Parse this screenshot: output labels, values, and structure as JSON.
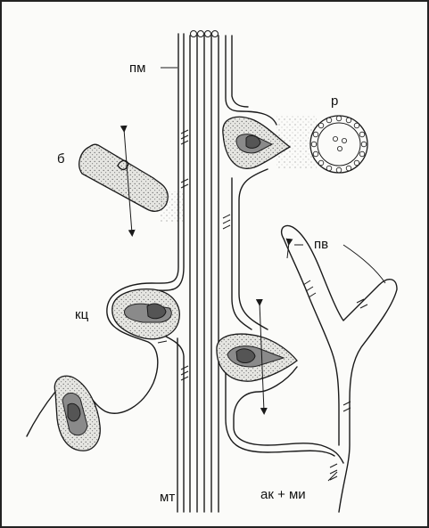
{
  "labels": {
    "pm": "пм",
    "r": "р",
    "b": "б",
    "pv": "пв",
    "kc": "кц",
    "mt": "мт",
    "ak_mi": "ак + ми"
  },
  "colors": {
    "ink": "#1a1a1a",
    "background": "#fbfbf9",
    "frame": "#222222"
  }
}
